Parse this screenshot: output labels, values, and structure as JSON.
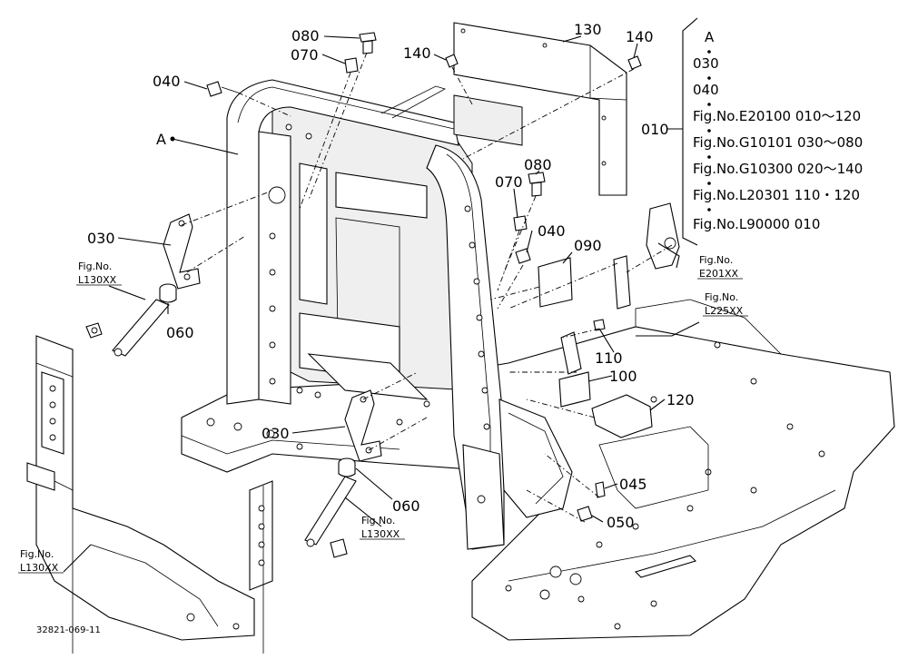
{
  "part_labels": [
    {
      "id": "l080a",
      "text": "080"
    },
    {
      "id": "l070a",
      "text": "070"
    },
    {
      "id": "l040a",
      "text": "040"
    },
    {
      "id": "lA",
      "text": "A"
    },
    {
      "id": "l140a",
      "text": "140"
    },
    {
      "id": "l130",
      "text": "130"
    },
    {
      "id": "l140b",
      "text": "140"
    },
    {
      "id": "l030a",
      "text": "030"
    },
    {
      "id": "l060a",
      "text": "060"
    },
    {
      "id": "l080b",
      "text": "080"
    },
    {
      "id": "l070b",
      "text": "070"
    },
    {
      "id": "l040b",
      "text": "040"
    },
    {
      "id": "l090",
      "text": "090"
    },
    {
      "id": "l110",
      "text": "110"
    },
    {
      "id": "l100",
      "text": "100"
    },
    {
      "id": "l120",
      "text": "120"
    },
    {
      "id": "l030b",
      "text": "030"
    },
    {
      "id": "l060b",
      "text": "060"
    },
    {
      "id": "l045",
      "text": "045"
    },
    {
      "id": "l050",
      "text": "050"
    },
    {
      "id": "l010",
      "text": "010"
    }
  ],
  "figure_refs": {
    "e201": [
      "Fig.No.",
      "E201XX"
    ],
    "l225": [
      "Fig.No.",
      "L225XX"
    ],
    "l130a": [
      "Fig.No.",
      "L130XX"
    ],
    "l130b": [
      "Fig.No.",
      "L130XX"
    ],
    "l130c": [
      "Fig.No.",
      "L130XX"
    ]
  },
  "reference_list": {
    "header": "A",
    "items": [
      "030",
      "040",
      "Fig.No.E20100  010～120",
      "Fig.No.G10101  030～080",
      "Fig.No.G10300  020～140",
      "Fig.No.L20301  110・120",
      "Fig.No.L90000  010"
    ]
  },
  "document_code": "32821-069-11"
}
